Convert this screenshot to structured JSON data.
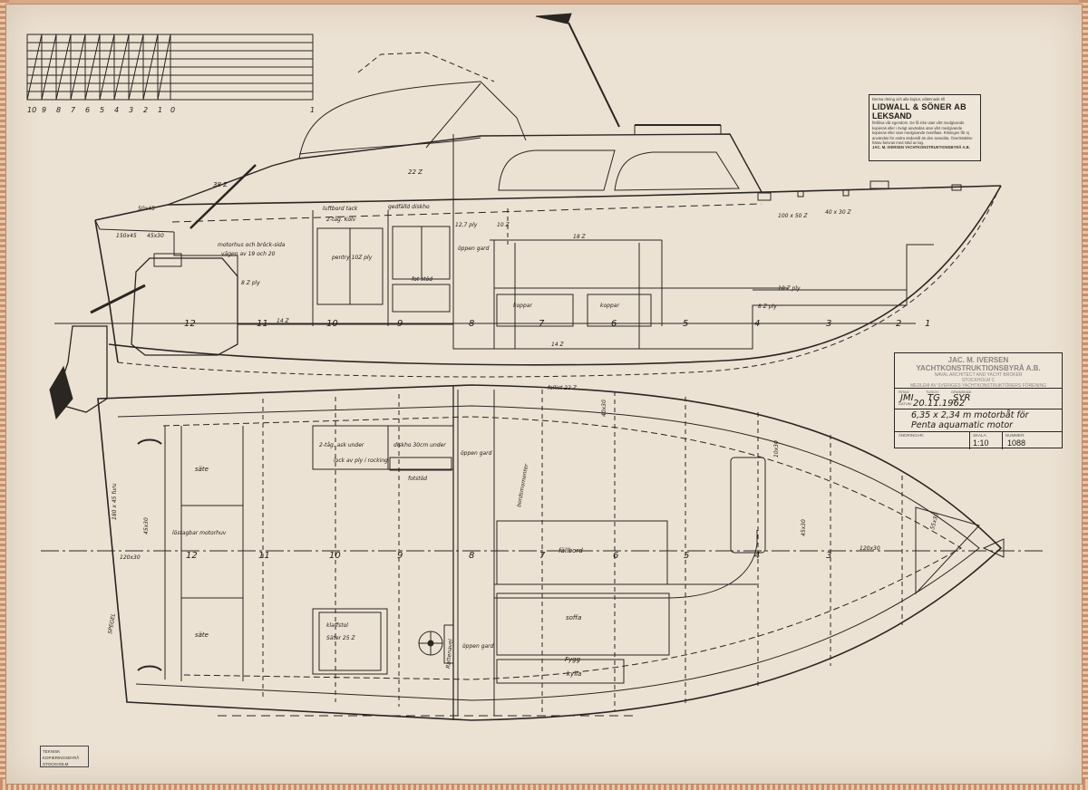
{
  "scale_numbers": [
    "10",
    "9",
    "8",
    "7",
    "6",
    "5",
    "4",
    "3",
    "2",
    "1",
    "0",
    "1"
  ],
  "station_numbers": [
    "12",
    "11",
    "10",
    "9",
    "8",
    "7",
    "6",
    "5",
    "4",
    "3",
    "2",
    "1"
  ],
  "profile_labels": {
    "l38": "38 Z",
    "l22": "22 Z",
    "l50x45": "50x45",
    "l150x45": "150x45",
    "l45x30": "45x30",
    "motorhus": "motorhus och bröck-sida",
    "motorhus2": "vägen av 19 och 20",
    "luftbord": "luftbord tack",
    "tag_kolv": "2-tåg. Kolv",
    "pentry": "pentry 10Z ply",
    "gedfaltd": "gedfälld diskho",
    "fot": "fot stöd",
    "ply127": "12,7 ply",
    "ply10": "10 Z",
    "oppen_gard": "öppen gard",
    "z18": "18 Z",
    "z10ply": "10 Z ply",
    "z8ply": "8 Z ply",
    "z8ply2": "8 Z ply",
    "z14a": "14 Z",
    "z14b": "14 Z",
    "koppar1": "koppar",
    "koppar2": "koppar",
    "l100x50": "100 x 50 Z",
    "l40x30": "40 x 30 Z"
  },
  "plan_labels": {
    "fallist": "fallist 22 Z",
    "sate1": "säte",
    "sate2": "säte",
    "lostagbar": "löstagbar motorhuv",
    "tag_under": "2-tåg. ask under",
    "lock": "lock av ply i rocking",
    "diskho": "diskho 30cm under",
    "fotstod": "fotstöd",
    "oppen1": "öppen gard",
    "oppen2": "öppen gard",
    "bordsmoment": "bordsmomenter",
    "fallbord": "fällbord",
    "soffa": "soffa",
    "fygg": "Fygg",
    "kylla": "kylla",
    "klaffstol": "klaffstol",
    "sater": "Säter 25 Z",
    "rattlabel": "Rattenavel",
    "spegel": "SPEGEL",
    "l120x30a": "120x30",
    "l120x30b": "120x30",
    "l180x45": "180 x 45 furu",
    "l45x30a": "45x30",
    "l45x30b": "45x30",
    "l40x30": "40x30",
    "l55x30": "55x30",
    "l10x30": "10x30"
  },
  "builder_stamp": {
    "intro": "Denna ritning och alla kopior, utlämnade till",
    "firm": "LIDWALL & SÖNER AB",
    "city": "LEKSAND",
    "body": "förbliva vår egendom. De få icke utan vårt medgivande kopieras eller i övrigt användas utan vårt medgivande kopieras eller utan medgivande överlåtas. Ritningen får ej användas för andra ändamål än den avsedda. Överträdelse härav beivras med stöd av lag.",
    "footer": "JAC. M. IVERSEN YACHTKONSTRUKTIONSBYRÅ A.B."
  },
  "title_block": {
    "company": "JAC. M. IVERSEN YACHTKONSTRUKTIONSBYRÅ A.B.",
    "subtitle": "NAVAL ARCHITECT AND YACHT BROKER",
    "address": "STOCKHOLM C",
    "member": "MEDLEM AV SVERIGES YACHTKONSTRUKTÖRERS FÖRENING",
    "drawn_label": "RITAD",
    "traced_label": "TUSCH",
    "checked_label": "GRANSKAD",
    "drawn": "JMI",
    "traced": "TG",
    "checked": "SYR",
    "date_label": "DATUM",
    "date": "20.11.1962",
    "description": "6,35 x 2,34 m motorbåt för",
    "description2": "Penta aquamatic motor",
    "changes_label": "ÄNDRINGAR:",
    "scale_label": "SKALA:",
    "number_label": "NUMMER:",
    "scale": "1:10",
    "number": "1088"
  },
  "corner_stamp": {
    "line1": "TEKNISK KOPIERINGSBYRÅ",
    "line2": "STOCKHOLM"
  }
}
